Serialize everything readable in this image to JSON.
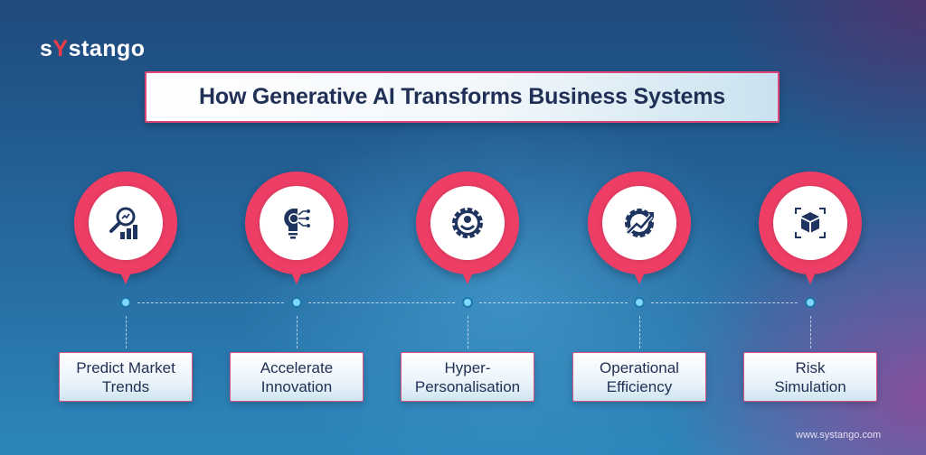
{
  "brand": {
    "logo_prefix": "s",
    "logo_accent": "Y",
    "logo_suffix": "stango",
    "url": "www.systango.com"
  },
  "header": {
    "title": "How Generative AI Transforms Business Systems"
  },
  "colors": {
    "pin": "#ee3e66",
    "icon": "#1f3560",
    "dot": "#7fd6ff",
    "title_text": "#1f2f55",
    "logo_accent": "#ef3e4a"
  },
  "steps": [
    {
      "label": "Predict Market\nTrends",
      "icon": "magnifier-chart-icon"
    },
    {
      "label": "Accelerate\nInnovation",
      "icon": "lightbulb-gear-icon"
    },
    {
      "label": "Hyper-\nPersonalisation",
      "icon": "gear-user-icon"
    },
    {
      "label": "Operational\nEfficiency",
      "icon": "gear-trend-icon"
    },
    {
      "label": "Risk\nSimulation",
      "icon": "cube-scan-icon"
    }
  ]
}
